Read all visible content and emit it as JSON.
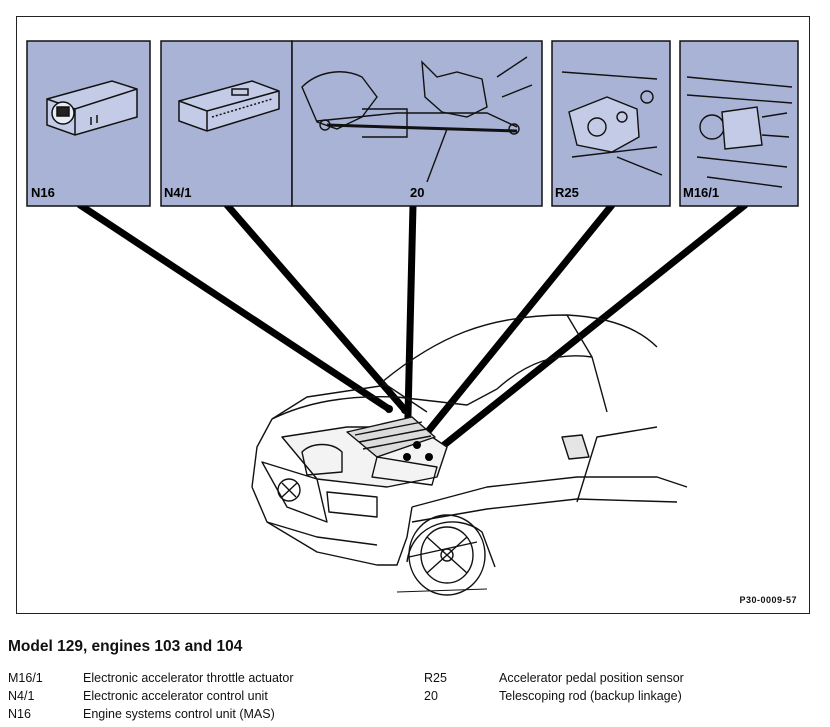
{
  "figure": {
    "reference": "P30-0009-57",
    "callouts": [
      {
        "code": "N16"
      },
      {
        "code": "N4/1"
      },
      {
        "code": "20"
      },
      {
        "code": "R25"
      },
      {
        "code": "M16/1"
      }
    ]
  },
  "caption": {
    "title": "Model 129, engines 103 and 104"
  },
  "legend": {
    "left": [
      {
        "code": "M16/1",
        "description": "Electronic accelerator throttle actuator"
      },
      {
        "code": "N4/1",
        "description": "Electronic accelerator control unit"
      },
      {
        "code": "N16",
        "description": "Engine systems control unit (MAS)"
      }
    ],
    "right": [
      {
        "code": "R25",
        "description": "Accelerator pedal position sensor"
      },
      {
        "code": "20",
        "description": "Telescoping rod (backup linkage)"
      }
    ]
  },
  "colors": {
    "panel_fill": "#a9b3d6",
    "line": "#000000"
  }
}
